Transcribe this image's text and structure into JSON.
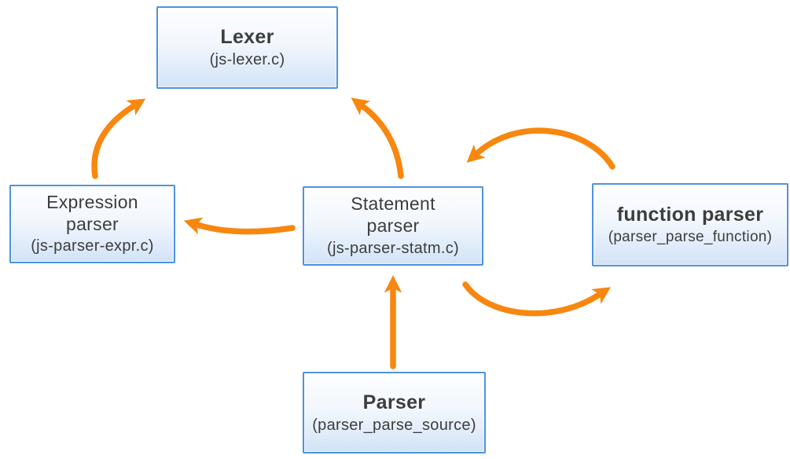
{
  "diagram": {
    "description": "Parser module architecture diagram",
    "colors": {
      "arrow": "#f8870f",
      "node_border": "#4f92e0",
      "node_fill_top": "#fdfeff",
      "node_fill_bottom": "#d2e3f7",
      "text": "#3d3d3d",
      "background": "#ffffff"
    },
    "nodes": {
      "lexer": {
        "title": "Lexer",
        "subtitle": "(js-lexer.c)"
      },
      "expression_parser": {
        "title": "Expression parser",
        "subtitle": "(js-parser-expr.c)"
      },
      "statement_parser": {
        "title": "Statement parser",
        "subtitle": "(js-parser-statm.c)"
      },
      "function_parser": {
        "title": "function parser",
        "subtitle": "(parser_parse_function)"
      },
      "parser": {
        "title": "Parser",
        "subtitle": "(parser_parse_source)"
      }
    },
    "edges": [
      {
        "from": "Expression parser",
        "to": "Lexer"
      },
      {
        "from": "Statement parser",
        "to": "Lexer"
      },
      {
        "from": "Statement parser",
        "to": "Expression parser"
      },
      {
        "from": "function parser",
        "to": "Statement parser"
      },
      {
        "from": "Statement parser",
        "to": "function parser"
      },
      {
        "from": "Parser",
        "to": "Statement parser"
      }
    ]
  }
}
